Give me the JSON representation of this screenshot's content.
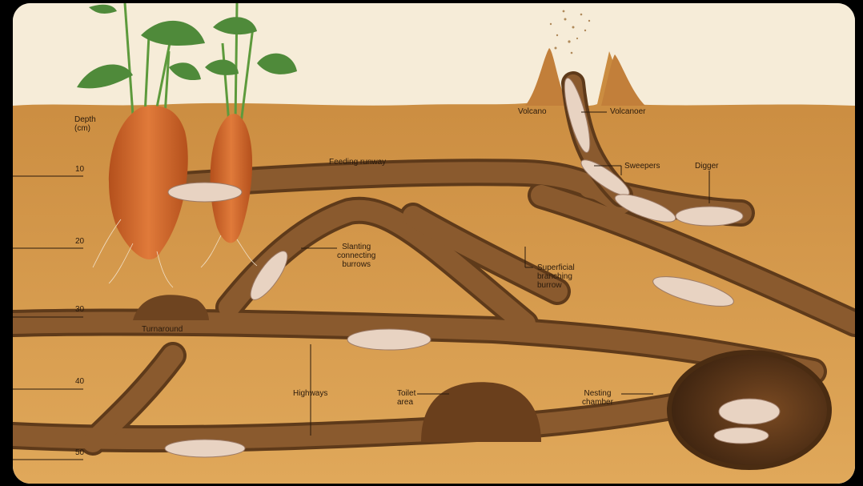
{
  "depth_axis": {
    "title": "Depth\n(cm)",
    "ticks": [
      "10",
      "20",
      "30",
      "40",
      "50"
    ]
  },
  "labels": {
    "feeding_runway": "Feeding runway",
    "volcano": "Volcano",
    "volcanoer": "Volcanoer",
    "sweepers": "Sweepers",
    "digger": "Digger",
    "slanting": "Slanting\nconnecting\nburrows",
    "superficial": "Superficial\nbranching\nburrow",
    "turnaround": "Turnaround",
    "highways": "Highways",
    "toilet": "Toilet\narea",
    "nesting": "Nesting\nchamber"
  },
  "colors": {
    "sky": "#f6ecd8",
    "soil": "#d79a4a",
    "soil_dark": "#b87633",
    "tunnel": "#8a5a2e",
    "tunnel_rim": "#5e3a1a",
    "tuber": "#d66a2a",
    "leaf": "#4f8a3a",
    "rat": "#e8d3c2"
  }
}
